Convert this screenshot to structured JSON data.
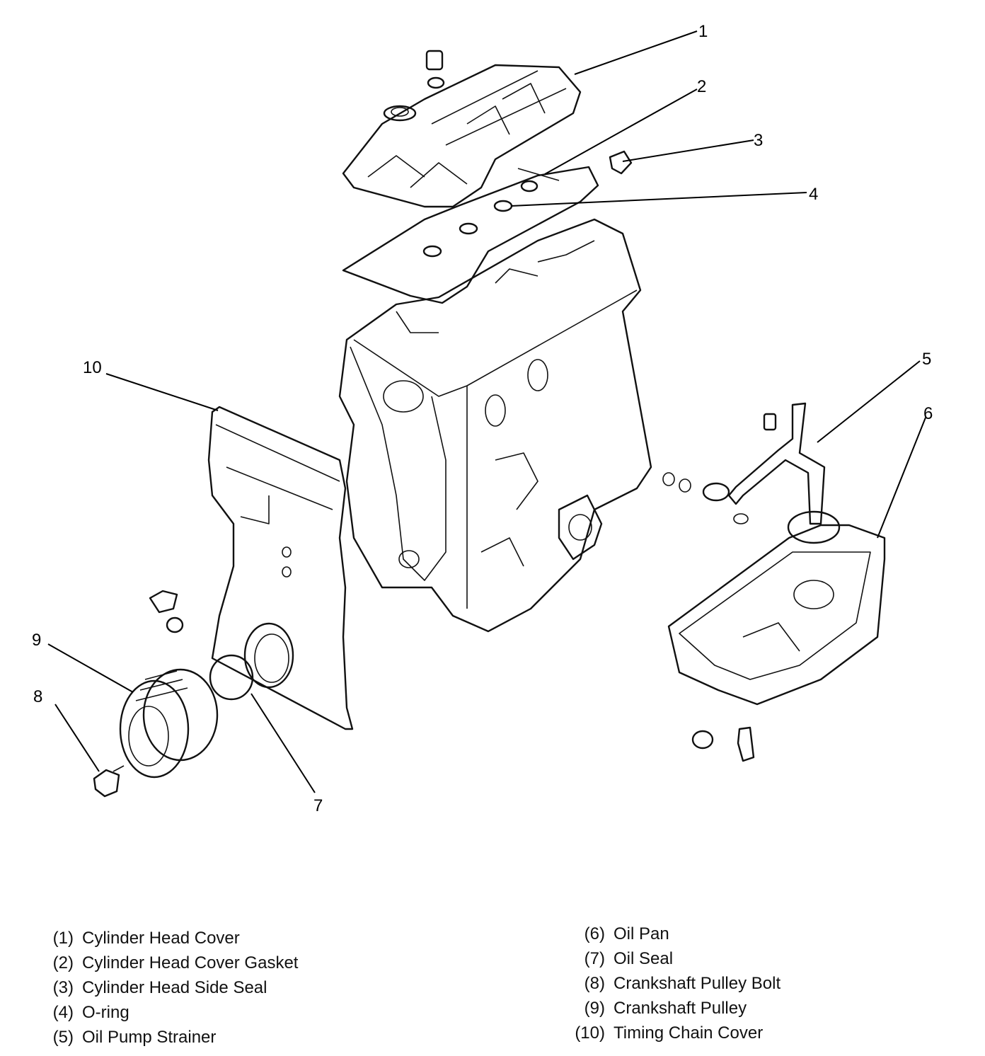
{
  "callouts": [
    "1",
    "2",
    "3",
    "4",
    "5",
    "6",
    "7",
    "8",
    "9",
    "10"
  ],
  "legend": {
    "left": [
      {
        "num": "(1)",
        "label": "Cylinder Head Cover"
      },
      {
        "num": "(2)",
        "label": "Cylinder Head Cover Gasket"
      },
      {
        "num": "(3)",
        "label": "Cylinder Head Side Seal"
      },
      {
        "num": "(4)",
        "label": "O-ring"
      },
      {
        "num": "(5)",
        "label": "Oil Pump Strainer"
      }
    ],
    "right": [
      {
        "num": "(6)",
        "label": "Oil Pan"
      },
      {
        "num": "(7)",
        "label": "Oil Seal"
      },
      {
        "num": "(8)",
        "label": "Crankshaft Pulley Bolt"
      },
      {
        "num": "(9)",
        "label": "Crankshaft Pulley"
      },
      {
        "num": "(10)",
        "label": "Timing Chain Cover"
      }
    ]
  }
}
